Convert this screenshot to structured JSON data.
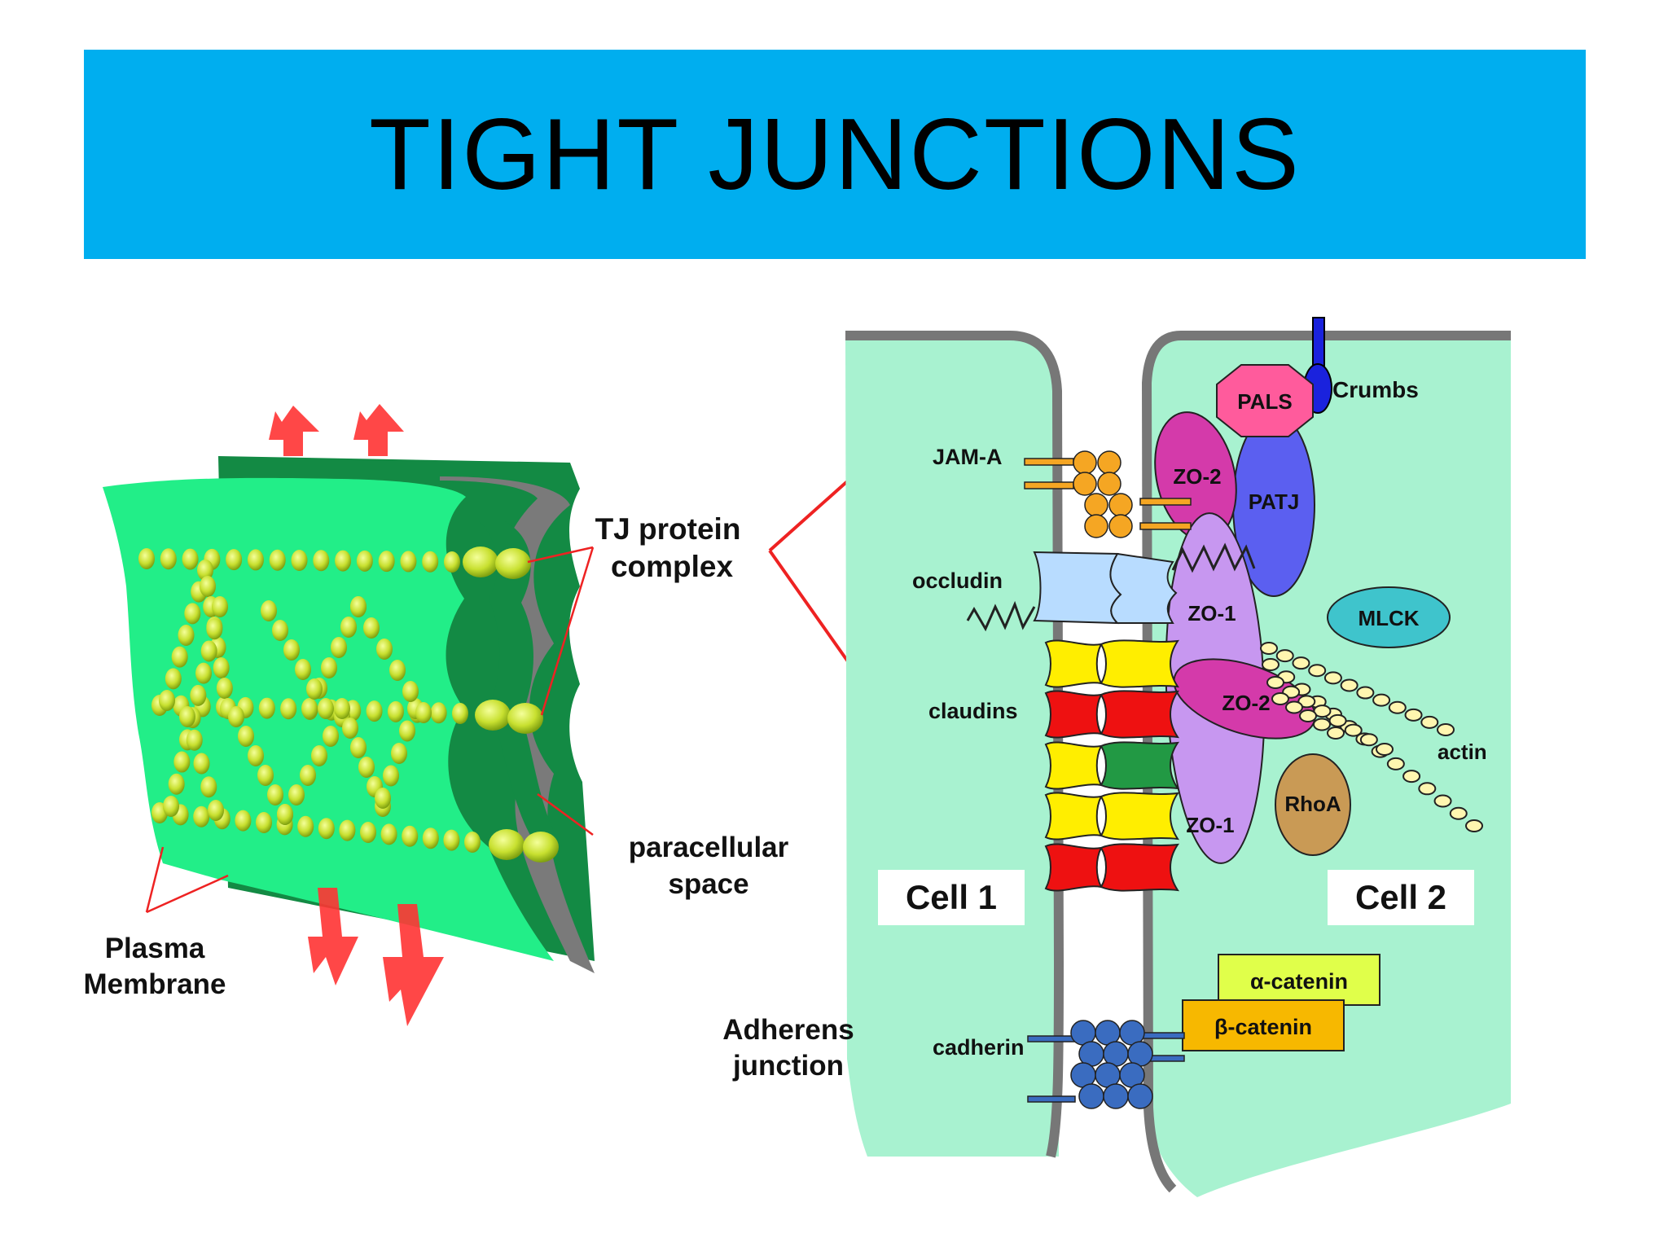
{
  "colors": {
    "title_bg": "#00aeef",
    "membrane_light": "#22ee88",
    "membrane_dark": "#138a44",
    "membrane_edge": "#7a7a7a",
    "protein_dot": "#c8e030",
    "arrow_red": "#ff3333",
    "cell_fill": "#a8f2d0",
    "cell_border": "#777777",
    "leader_red": "#ee2222",
    "jam_a": "#f5a623",
    "occludin": "#b8dcff",
    "claudin_yellow": "#ffee00",
    "claudin_red": "#ee1111",
    "claudin_green": "#229944",
    "zo1": "#c797f0",
    "zo2": "#d43aaa",
    "patj": "#5b5ff0",
    "pals": "#ff5b9c",
    "crumbs": "#1a22dd",
    "mlck": "#3fc4cc",
    "rhoa": "#c99a55",
    "actin": "#fff6b0",
    "alpha_catenin": "#e0ff4a",
    "beta_catenin": "#f7b800",
    "cadherin": "#3a6cc0"
  },
  "title": "TIGHT JUNCTIONS",
  "left_panel": {
    "tj_protein_complex": [
      "TJ protein",
      "complex"
    ],
    "paracellular_space": [
      "paracellular",
      "space"
    ],
    "plasma_membrane": [
      "Plasma",
      "Membrane"
    ]
  },
  "right_panel": {
    "cell1": "Cell 1",
    "cell2": "Cell 2",
    "jam_a": "JAM-A",
    "occludin": "occludin",
    "claudins": "claudins",
    "adherens_junction": [
      "Adherens",
      "junction"
    ],
    "cadherin": "cadherin",
    "pals": "PALS",
    "crumbs": "Crumbs",
    "patj": "PATJ",
    "zo2_top": "ZO-2",
    "zo1_top": "ZO-1",
    "zo2_mid": "ZO-2",
    "zo1_bottom": "ZO-1",
    "mlck": "MLCK",
    "actin": "actin",
    "rhoa": "RhoA",
    "alpha_catenin": "α-catenin",
    "beta_catenin": "β-catenin"
  }
}
